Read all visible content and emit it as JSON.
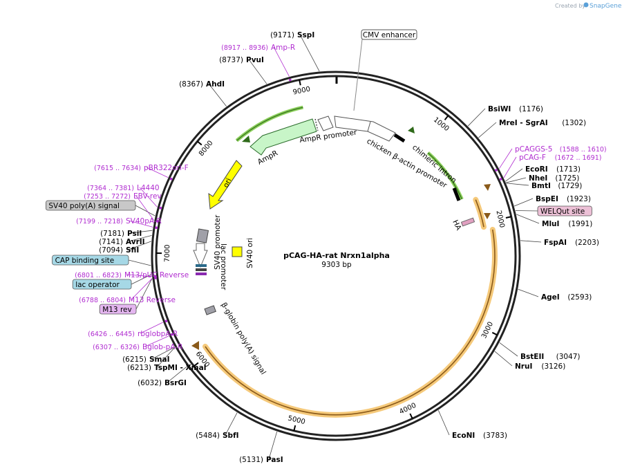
{
  "credit": {
    "prefix": "Created by",
    "brand": "SnapGene"
  },
  "plasmid": {
    "name": "pCAG-HA-rat Nrxn1alpha",
    "size_label": "9303 bp",
    "length": 9303
  },
  "ruler_ticks": [
    {
      "pos": 1000,
      "label": "1000"
    },
    {
      "pos": 2000,
      "label": "2000"
    },
    {
      "pos": 3000,
      "label": "3000"
    },
    {
      "pos": 4000,
      "label": "4000"
    },
    {
      "pos": 5000,
      "label": "5000"
    },
    {
      "pos": 6000,
      "label": "6000"
    },
    {
      "pos": 7000,
      "label": "7000"
    },
    {
      "pos": 8000,
      "label": "8000"
    },
    {
      "pos": 9000,
      "label": "9000"
    }
  ],
  "sites": [
    {
      "pos": 9171,
      "name": "SspI",
      "coord": "(9171)",
      "kind": "enzyme"
    },
    {
      "pos": 8926,
      "name": "Amp-R",
      "coord": "(8917 .. 8936)",
      "kind": "primer"
    },
    {
      "pos": 8737,
      "name": "PvuI",
      "coord": "(8737)",
      "kind": "enzyme"
    },
    {
      "pos": 8367,
      "name": "AhdI",
      "coord": "(8367)",
      "kind": "enzyme"
    },
    {
      "pos": 1176,
      "name": "BsiWI",
      "coord": "(1176)",
      "kind": "enzyme"
    },
    {
      "pos": 1302,
      "name": "MreI - SgrAI",
      "coord": "(1302)",
      "kind": "enzyme"
    },
    {
      "pos": 1599,
      "name": "pCAGGS-5",
      "coord": "(1588 .. 1610)",
      "kind": "primer"
    },
    {
      "pos": 1681,
      "name": "pCAG-F",
      "coord": "(1672 .. 1691)",
      "kind": "primer"
    },
    {
      "pos": 1713,
      "name": "EcoRI",
      "coord": "(1713)",
      "kind": "enzyme"
    },
    {
      "pos": 1725,
      "name": "NheI",
      "coord": "(1725)",
      "kind": "enzyme"
    },
    {
      "pos": 1729,
      "name": "BmtI",
      "coord": "(1729)",
      "kind": "enzyme"
    },
    {
      "pos": 1923,
      "name": "BspEI",
      "coord": "(1923)",
      "kind": "enzyme"
    },
    {
      "pos": 1960,
      "name": "WELQut site",
      "coord": "",
      "kind": "box"
    },
    {
      "pos": 1991,
      "name": "MluI",
      "coord": "(1991)",
      "kind": "enzyme"
    },
    {
      "pos": 2203,
      "name": "FspAI",
      "coord": "(2203)",
      "kind": "enzyme"
    },
    {
      "pos": 2593,
      "name": "AgeI",
      "coord": "(2593)",
      "kind": "enzyme"
    },
    {
      "pos": 3047,
      "name": "BstEII",
      "coord": "(3047)",
      "kind": "enzyme"
    },
    {
      "pos": 3126,
      "name": "NruI",
      "coord": "(3126)",
      "kind": "enzyme"
    },
    {
      "pos": 3783,
      "name": "EcoNI",
      "coord": "(3783)",
      "kind": "enzyme"
    },
    {
      "pos": 5131,
      "name": "PasI",
      "coord": "(5131)",
      "kind": "enzyme"
    },
    {
      "pos": 5484,
      "name": "SbfI",
      "coord": "(5484)",
      "kind": "enzyme"
    },
    {
      "pos": 6032,
      "name": "BsrGI",
      "coord": "(6032)",
      "kind": "enzyme"
    },
    {
      "pos": 6213,
      "name": "TspMI - XmaI",
      "coord": "(6213)",
      "kind": "enzyme"
    },
    {
      "pos": 6215,
      "name": "SmaI",
      "coord": "(6215)",
      "kind": "enzyme"
    },
    {
      "pos": 6316,
      "name": "Bglob-pA-R",
      "coord": "(6307 .. 6326)",
      "kind": "primer"
    },
    {
      "pos": 6435,
      "name": "rbglobpA-R",
      "coord": "(6426 .. 6445)",
      "kind": "primer"
    },
    {
      "pos": 6796,
      "name": "M13 rev",
      "coord": "",
      "kind": "box"
    },
    {
      "pos": 6796,
      "name": "M13 Reverse",
      "coord": "(6788 .. 6804)",
      "kind": "primer"
    },
    {
      "pos": 6830,
      "name": "lac operator",
      "coord": "",
      "kind": "box"
    },
    {
      "pos": 6812,
      "name": "M13/pUC Reverse",
      "coord": "(6801 .. 6823)",
      "kind": "primer"
    },
    {
      "pos": 6900,
      "name": "CAP binding site",
      "coord": "",
      "kind": "box"
    },
    {
      "pos": 7094,
      "name": "SfiI",
      "coord": "(7094)",
      "kind": "enzyme"
    },
    {
      "pos": 7141,
      "name": "AvrII",
      "coord": "(7141)",
      "kind": "enzyme"
    },
    {
      "pos": 7181,
      "name": "PsiI",
      "coord": "(7181)",
      "kind": "enzyme"
    },
    {
      "pos": 7208,
      "name": "SV40pA-R",
      "coord": "(7199 .. 7218)",
      "kind": "primer"
    },
    {
      "pos": 7300,
      "name": "SV40 poly(A) signal",
      "coord": "",
      "kind": "box"
    },
    {
      "pos": 7262,
      "name": "EBV-rev",
      "coord": "(7253 .. 7272)",
      "kind": "primer"
    },
    {
      "pos": 7372,
      "name": "L4440",
      "coord": "(7364 .. 7381)",
      "kind": "primer"
    },
    {
      "pos": 7624,
      "name": "pBR322ori-F",
      "coord": "(7615 .. 7634)",
      "kind": "primer"
    }
  ],
  "features": [
    {
      "name": "CMV enhancer",
      "kind": "box"
    },
    {
      "name": "AmpR promoter",
      "kind": "promoter"
    },
    {
      "name": "AmpR",
      "kind": "gene"
    },
    {
      "name": "chicken β-actin promoter",
      "kind": "promoter"
    },
    {
      "name": "chimeric intron",
      "kind": "intron"
    },
    {
      "name": "HA",
      "kind": "tag"
    },
    {
      "name": "ori",
      "kind": "origin"
    },
    {
      "name": "SV40 promoter",
      "kind": "promoter"
    },
    {
      "name": "SV40 ori",
      "kind": "origin"
    },
    {
      "name": "lac promoter",
      "kind": "promoter"
    },
    {
      "name": "β-globin poly(A) signal",
      "kind": "polyA"
    }
  ],
  "colors": {
    "backbone": "#222222",
    "primer": "#b02cd0",
    "amp": "#c8f5c8",
    "ori": "#ffff00",
    "cds": "#f5c97a",
    "intron": "#8bcf5a",
    "box_gray": "#c8c8c8",
    "box_blue": "#a6d8e6",
    "box_pink": "#ecc0d6",
    "box_violet": "#e4b6f0",
    "brand": "#5aa0d8"
  }
}
